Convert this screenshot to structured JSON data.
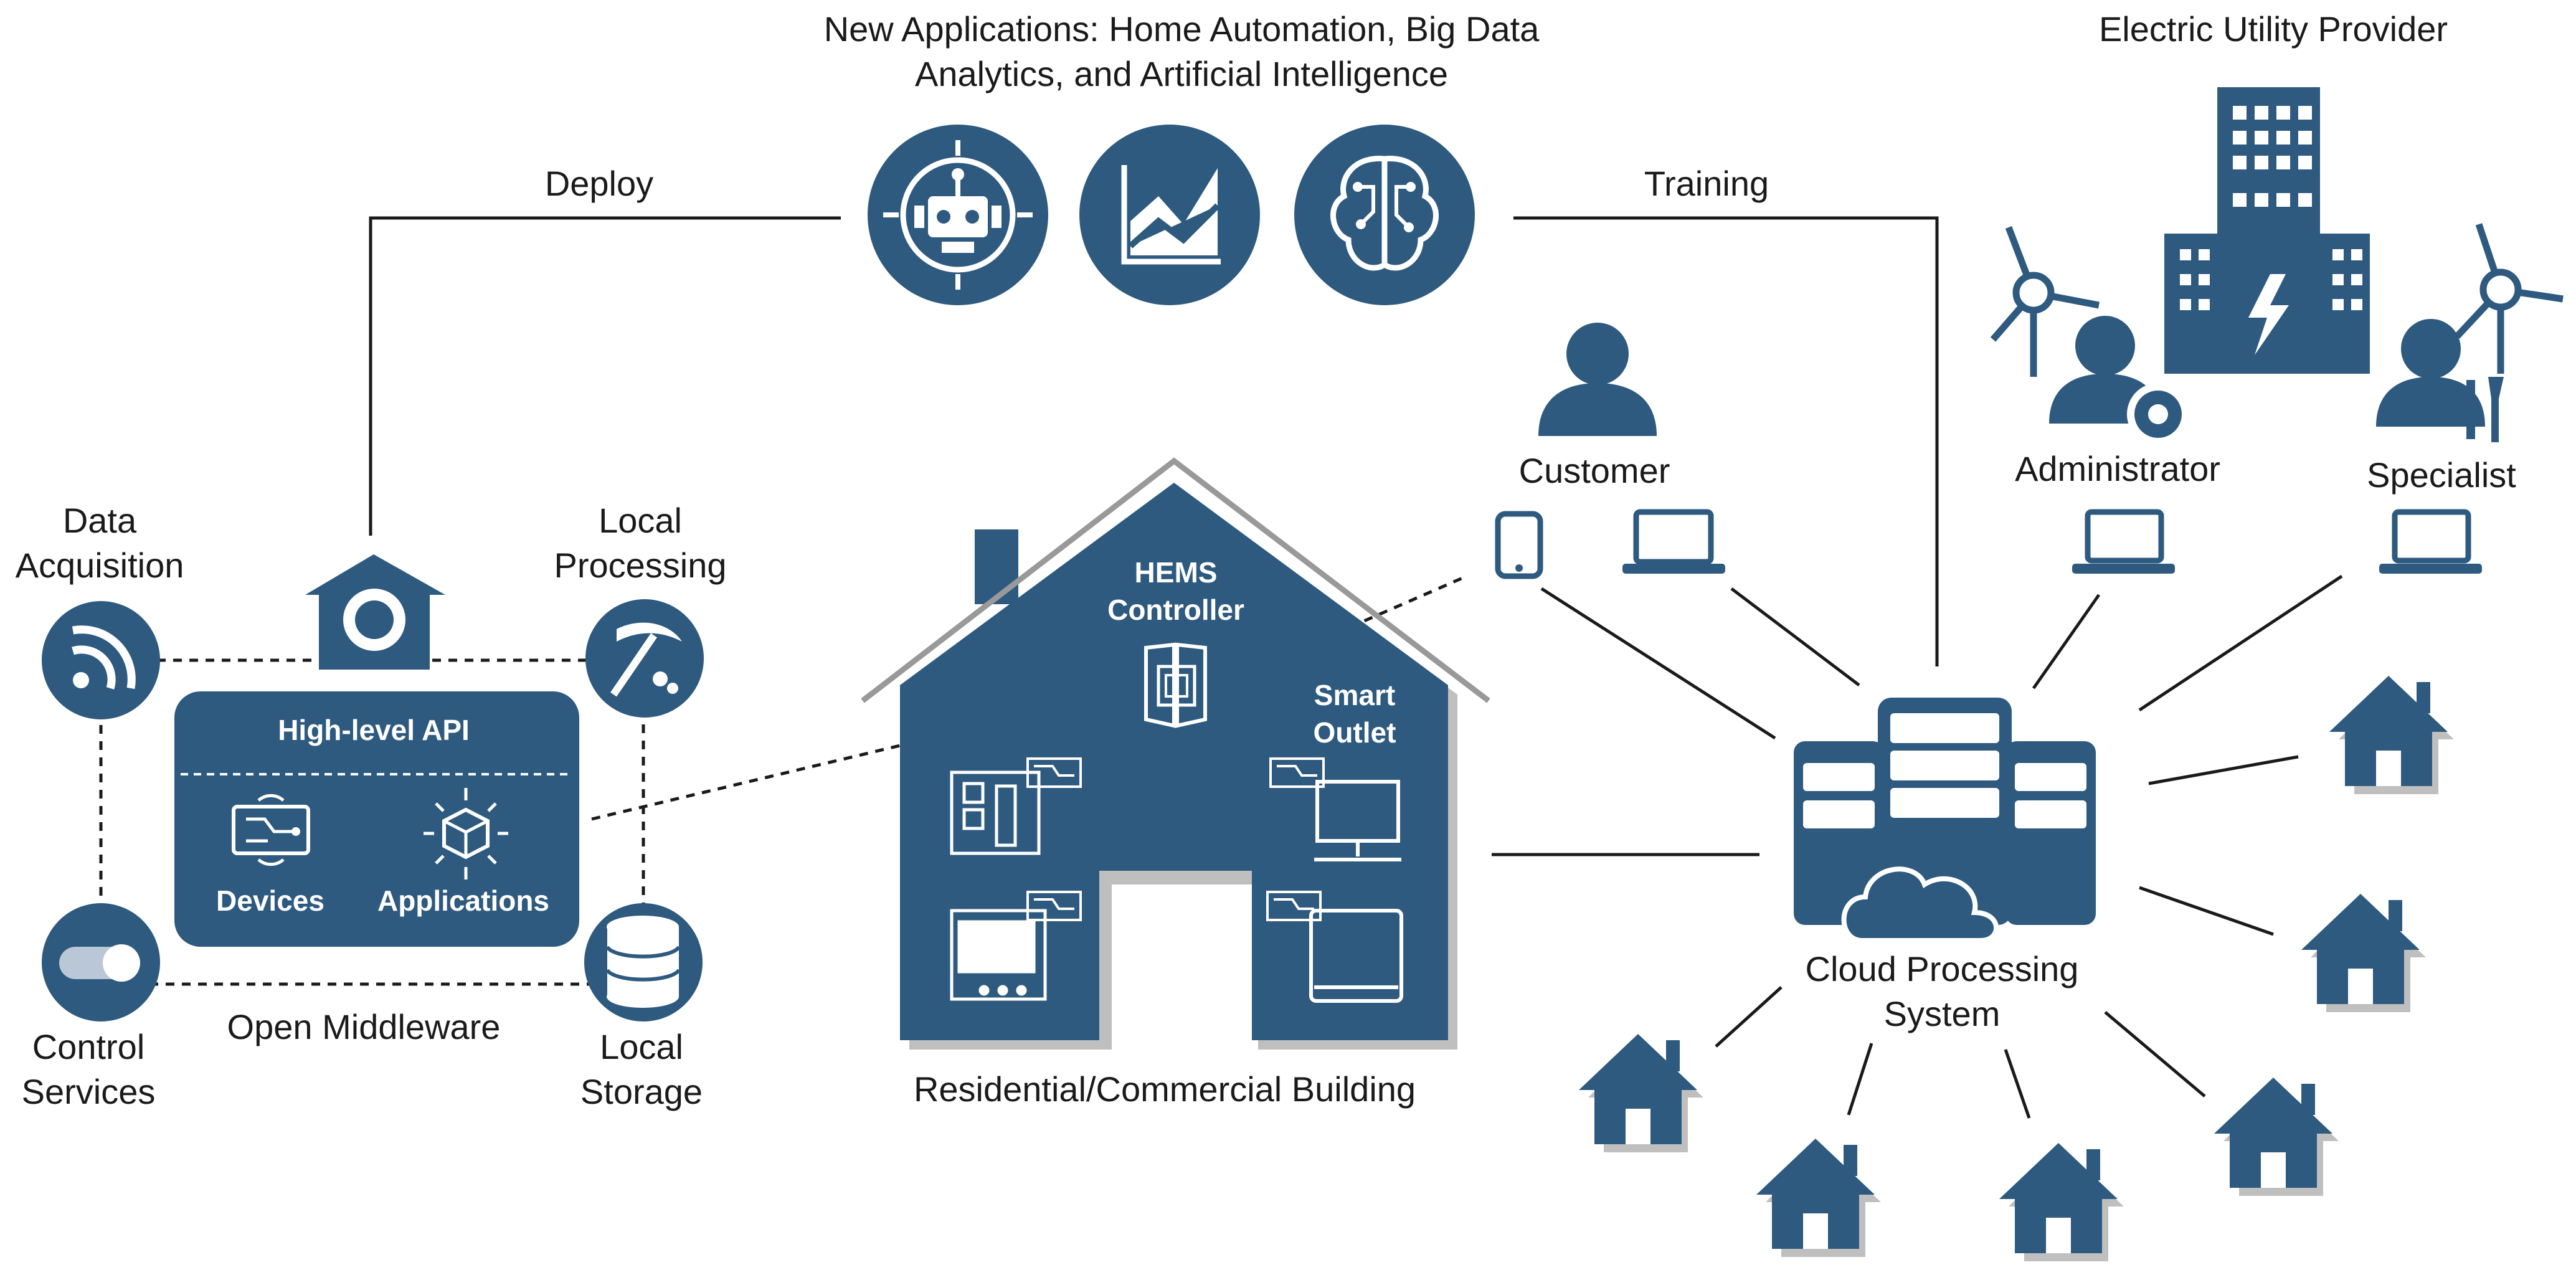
{
  "title": "New Applications:  Home Automation, Big Data Analytics, and Artificial Intelligence",
  "title_lines": [
    "New Applications:  Home Automation, Big Data",
    "Analytics, and Artificial Intelligence"
  ],
  "app_icons": [
    "robot-icon",
    "analytics-chart-icon",
    "ai-brain-icon"
  ],
  "edges": {
    "deploy": "Deploy",
    "training": "Training"
  },
  "middleware": {
    "data_acquisition": [
      "Data",
      "Acquisition"
    ],
    "local_processing": [
      "Local",
      "Processing"
    ],
    "control_services": [
      "Control",
      "Services"
    ],
    "local_storage": [
      "Local",
      "Storage"
    ],
    "api_title": "High-level API",
    "devices": "Devices",
    "applications": "Applications",
    "caption": "Open Middleware"
  },
  "building": {
    "hems": [
      "HEMS",
      "Controller"
    ],
    "smart_outlet": [
      "Smart",
      "Outlet"
    ],
    "caption": "Residential/Commercial Building"
  },
  "utility": {
    "title": "Electric Utility Provider",
    "administrator": "Administrator",
    "specialist": "Specialist"
  },
  "customer": "Customer",
  "cloud": [
    "Cloud Processing",
    "System"
  ],
  "colors": {
    "primary": "#2e5a7f",
    "shadow": "#bfbfbf",
    "text": "#1a1a1a"
  }
}
